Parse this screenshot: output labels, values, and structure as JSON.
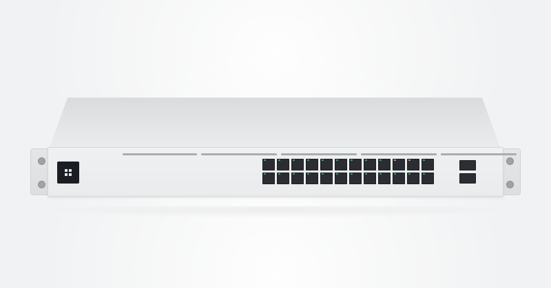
{
  "image": {
    "subject": "network-switch",
    "colors": {
      "chassis": "#e9ebed",
      "top": "#dcdee0",
      "ports": "#2a2d31",
      "led_green": "#3fb06a",
      "led_amber": "#d9a53a",
      "lcd": "#1a1d22"
    },
    "ports_rj45": 24,
    "ports_sfp": 2
  }
}
